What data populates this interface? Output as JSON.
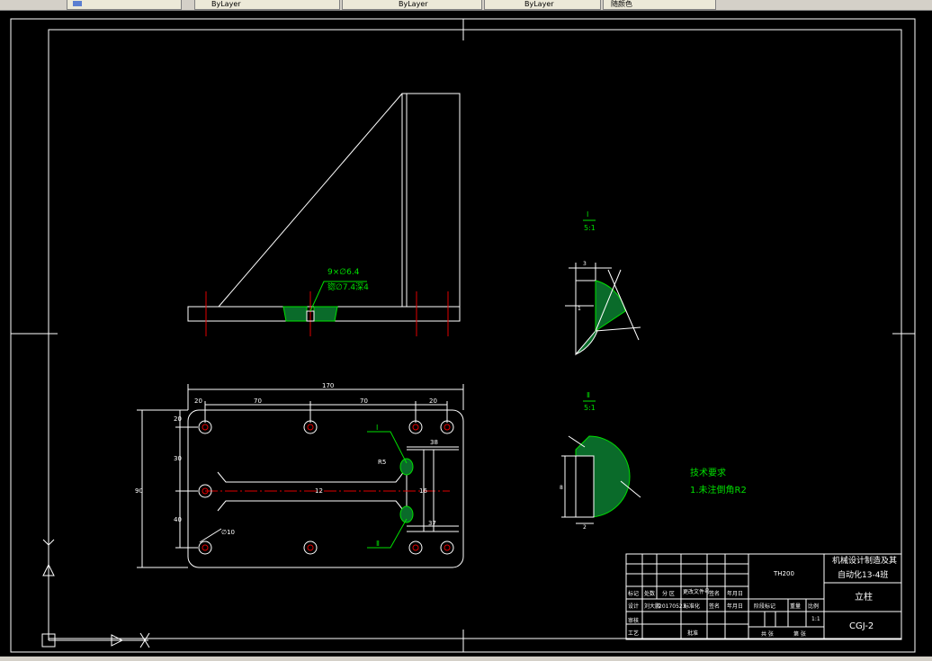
{
  "tabs": [
    {
      "label": ""
    },
    {
      "label": "ByLayer"
    },
    {
      "label": "ByLayer"
    },
    {
      "label": "ByLayer"
    },
    {
      "label": "随颜色"
    }
  ],
  "callouts": {
    "hole_spec_1": "9×∅6.4",
    "hole_spec_2": "锪∅7.4深4",
    "detail_1": "Ⅰ",
    "detail_1_scale": "5:1",
    "detail_2": "Ⅱ",
    "detail_2_scale": "5:1",
    "leader_1": "Ⅰ",
    "leader_2": "Ⅱ"
  },
  "dimensions": {
    "overall_length": "170",
    "spacing_a": "70",
    "spacing_b": "70",
    "spacing_c": "20",
    "height_total": "90",
    "v_top": "20",
    "v_mid": "30",
    "v_bot": "40",
    "slot_right": "38",
    "slot_depth": "37",
    "slot_width": "12",
    "slot_h": "16",
    "r_label": "R5",
    "hole_dia": "∅10",
    "d1_a": "3",
    "d1_b": "1",
    "d2_a": "2",
    "d2_b": "8"
  },
  "tech": {
    "heading": "技术要求",
    "line1": "1.未注倒角R2"
  },
  "title_block": {
    "material": "TH200",
    "company_1": "机械设计制造及其",
    "company_2": "自动化13-4班",
    "part_name": "立柱",
    "drawing_no": "CGJ-2",
    "scale": "1:1",
    "mark": "标记",
    "count": "处数",
    "zone": "分 区",
    "change_doc": "更改文件号",
    "sign": "签名",
    "date": "年月日",
    "design": "设计",
    "designer": "刘大鹏",
    "student_no": "20170523",
    "standardize": "标准化",
    "stage_mark": "阶段标记",
    "weight": "重量",
    "ratio": "比例",
    "check": "审核",
    "process": "工艺",
    "approve": "批准",
    "sheets_total": "共 张",
    "sheet_no": "第 张"
  }
}
